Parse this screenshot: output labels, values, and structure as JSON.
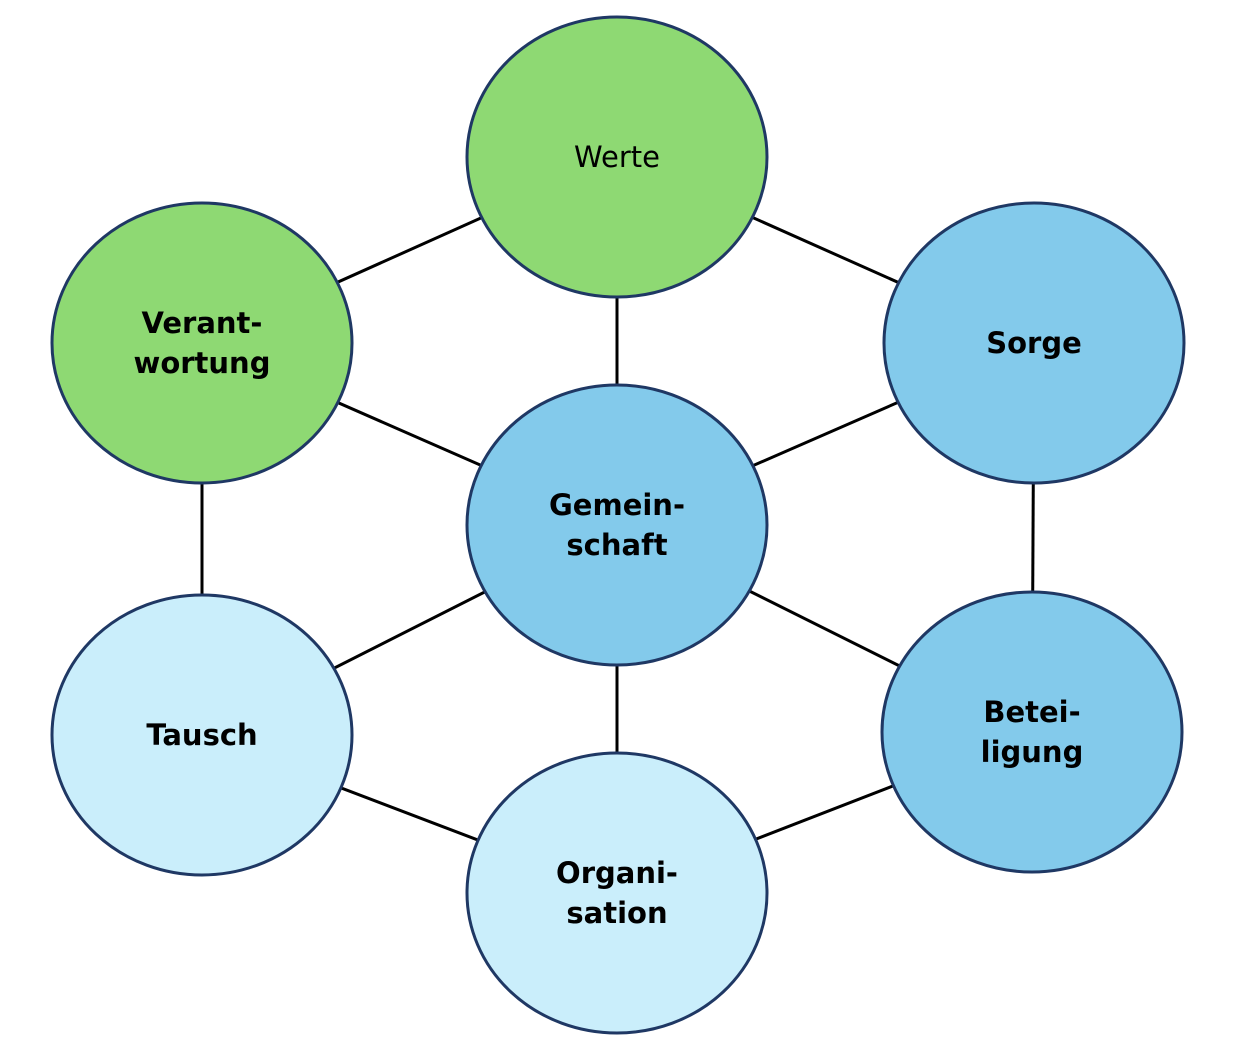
{
  "title": "Gemeinschaft concept diagram",
  "colors": {
    "green": "#8ED973",
    "mid_blue": "#83CAEB",
    "light_blue": "#CAEEFB",
    "outline": "#1F3864",
    "edge": "#000000"
  },
  "nodes": [
    {
      "id": "werte",
      "lines": [
        "Werte"
      ],
      "fill": "green",
      "weight": "regular"
    },
    {
      "id": "verantwortung",
      "lines": [
        "Verant-",
        "wortung"
      ],
      "fill": "green",
      "weight": "bold"
    },
    {
      "id": "sorge",
      "lines": [
        "Sorge"
      ],
      "fill": "mid_blue",
      "weight": "bold"
    },
    {
      "id": "gemeinschaft",
      "lines": [
        "Gemein-",
        "schaft"
      ],
      "fill": "mid_blue",
      "weight": "bold"
    },
    {
      "id": "tausch",
      "lines": [
        "Tausch"
      ],
      "fill": "light_blue",
      "weight": "bold"
    },
    {
      "id": "beteiligung",
      "lines": [
        "Betei-",
        "ligung"
      ],
      "fill": "mid_blue",
      "weight": "bold"
    },
    {
      "id": "organisation",
      "lines": [
        "Organi-",
        "sation"
      ],
      "fill": "light_blue",
      "weight": "bold"
    }
  ],
  "edges": [
    [
      "werte",
      "gemeinschaft"
    ],
    [
      "werte",
      "verantwortung"
    ],
    [
      "werte",
      "sorge"
    ],
    [
      "verantwortung",
      "gemeinschaft"
    ],
    [
      "verantwortung",
      "tausch"
    ],
    [
      "sorge",
      "gemeinschaft"
    ],
    [
      "sorge",
      "beteiligung"
    ],
    [
      "gemeinschaft",
      "tausch"
    ],
    [
      "gemeinschaft",
      "beteiligung"
    ],
    [
      "gemeinschaft",
      "organisation"
    ],
    [
      "tausch",
      "organisation"
    ],
    [
      "beteiligung",
      "organisation"
    ]
  ]
}
